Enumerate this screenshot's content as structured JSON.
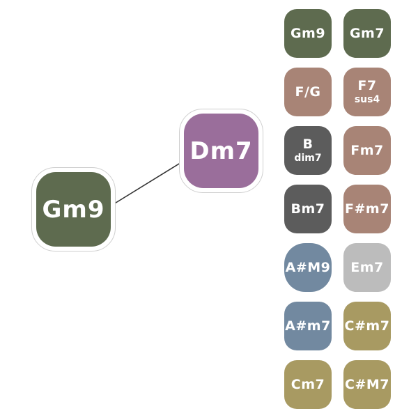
{
  "graph": {
    "nodes": [
      {
        "id": "gm9",
        "label": "Gm9",
        "color": "#5e6b4f"
      },
      {
        "id": "dm7",
        "label": "Dm7",
        "color": "#9a6e9b"
      }
    ],
    "edges": [
      {
        "from": "gm9",
        "to": "dm7"
      }
    ]
  },
  "palette": {
    "items": [
      {
        "main": "Gm9",
        "sub": "",
        "color": "#5e6b4f"
      },
      {
        "main": "Gm7",
        "sub": "",
        "color": "#5e6b4f"
      },
      {
        "main": "F/G",
        "sub": "",
        "color": "#a88476"
      },
      {
        "main": "F7",
        "sub": "sus4",
        "color": "#a88476"
      },
      {
        "main": "B",
        "sub": "dim7",
        "color": "#5c5c5c"
      },
      {
        "main": "Fm7",
        "sub": "",
        "color": "#a88476"
      },
      {
        "main": "Bm7",
        "sub": "",
        "color": "#5c5c5c"
      },
      {
        "main": "F#m7",
        "sub": "",
        "color": "#a88476"
      },
      {
        "main": "A#M9",
        "sub": "",
        "color": "#7289a0",
        "shape": "diamond"
      },
      {
        "main": "Em7",
        "sub": "",
        "color": "#bcbcbc"
      },
      {
        "main": "A#m7",
        "sub": "",
        "color": "#7289a0"
      },
      {
        "main": "C#m7",
        "sub": "",
        "color": "#a89a62"
      },
      {
        "main": "Cm7",
        "sub": "",
        "color": "#a89a62"
      },
      {
        "main": "C#M7",
        "sub": "",
        "color": "#a89a62"
      }
    ]
  }
}
